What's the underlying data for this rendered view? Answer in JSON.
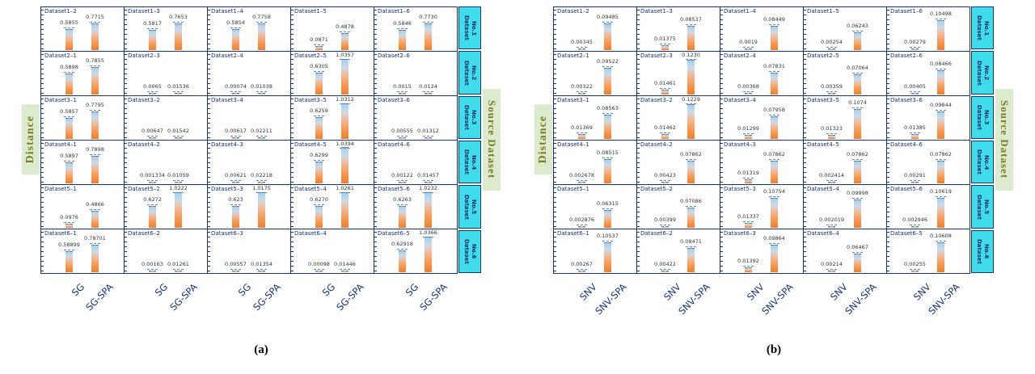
{
  "chart_data": [
    {
      "type": "bar",
      "panel": "a",
      "caption": "(a)",
      "ylabel": "Distance",
      "right_axis_label": "Source Dataset",
      "x_tick_labels": [
        "SG",
        "SG-SPA"
      ],
      "ylim": [
        0,
        1.05
      ],
      "legend": "none",
      "rows": [
        {
          "label": "Dataset No.1",
          "cells": [
            {
              "title": "Dataset1–2",
              "bars": [
                "0.5855",
                "0.7715"
              ]
            },
            {
              "title": "Dataset1–3",
              "bars": [
                "0.5817",
                "0.7653"
              ]
            },
            {
              "title": "Dataset1–4",
              "bars": [
                "0.5854",
                "0.7758"
              ]
            },
            {
              "title": "Dataset1–5",
              "bars": [
                "0.0871",
                "0.4878"
              ]
            },
            {
              "title": "Dataset1–6",
              "bars": [
                "0.5846",
                "0.7730"
              ]
            }
          ]
        },
        {
          "label": "Dataset No.2",
          "cells": [
            {
              "title": "Dataset2–1",
              "bars": [
                "0.5898",
                "0.7855"
              ]
            },
            {
              "title": "Dataset2–3",
              "bars": [
                "0.0065",
                "0.01536"
              ]
            },
            {
              "title": "Dataset2–4",
              "bars": [
                "0.00074",
                "0.01038"
              ]
            },
            {
              "title": "Dataset2–5",
              "bars": [
                "0.6305",
                "1.0357"
              ]
            },
            {
              "title": "Dataset2–6",
              "bars": [
                "0.0015",
                "0.0124"
              ]
            }
          ]
        },
        {
          "label": "Dataset No.3",
          "cells": [
            {
              "title": "Dataset3–1",
              "bars": [
                "0.5857",
                "0.7795"
              ]
            },
            {
              "title": "Dataset3–2",
              "bars": [
                "0.00647",
                "0.01542"
              ]
            },
            {
              "title": "Dataset3–4",
              "bars": [
                "0.00617",
                "0.02211"
              ]
            },
            {
              "title": "Dataset3–5",
              "bars": [
                "0.6259",
                "1.0312"
              ]
            },
            {
              "title": "Dataset3–6",
              "bars": [
                "0.00555",
                "0.01312"
              ]
            }
          ]
        },
        {
          "label": "Dataset No.4",
          "cells": [
            {
              "title": "Dataset4–1",
              "bars": [
                "0.5897",
                "0.7898"
              ]
            },
            {
              "title": "Dataset4–2",
              "bars": [
                "0.001334",
                "0.01059"
              ]
            },
            {
              "title": "Dataset4–3",
              "bars": [
                "0.00621",
                "0.02218"
              ]
            },
            {
              "title": "Dataset4–5",
              "bars": [
                "0.6299",
                "1.0394"
              ]
            },
            {
              "title": "Dataset4–6",
              "bars": [
                "0.00122",
                "0.01457"
              ]
            }
          ]
        },
        {
          "label": "Dataset No.5",
          "cells": [
            {
              "title": "Dataset5–1",
              "bars": [
                "0.0976",
                "0.4866"
              ]
            },
            {
              "title": "Dataset5–2",
              "bars": [
                "0.6272",
                "1.0222"
              ]
            },
            {
              "title": "Dataset5–3",
              "bars": [
                "0.623",
                "1.0175"
              ]
            },
            {
              "title": "Dataset5–4",
              "bars": [
                "0.6270",
                "1.0261"
              ]
            },
            {
              "title": "Dataset5–6",
              "bars": [
                "0.6263",
                "1.0232"
              ]
            }
          ]
        },
        {
          "label": "Dataset No.6",
          "cells": [
            {
              "title": "Dataset6–1",
              "bars": [
                "0.58899",
                "0.78701"
              ]
            },
            {
              "title": "Dataset6–2",
              "bars": [
                "0.00163",
                "0.01261"
              ]
            },
            {
              "title": "Dataset6–3",
              "bars": [
                "0.00557",
                "0.01354"
              ]
            },
            {
              "title": "Dataset6–4",
              "bars": [
                "0.00098",
                "0.01446"
              ]
            },
            {
              "title": "Dataset6–5",
              "bars": [
                "0.62918",
                "1.0366"
              ]
            }
          ]
        }
      ]
    },
    {
      "type": "bar",
      "panel": "b",
      "caption": "(b)",
      "ylabel": "Distance",
      "right_axis_label": "Source Dataset",
      "x_tick_labels": [
        "SNV",
        "SNV-SPA"
      ],
      "ylim": [
        0,
        0.13
      ],
      "legend": "none",
      "rows": [
        {
          "label": "Dataset No.1",
          "cells": [
            {
              "title": "Dataset1–2",
              "bars": [
                "0.00345",
                "0.09485"
              ]
            },
            {
              "title": "Dataset1–3",
              "bars": [
                "0.01375",
                "0.08537"
              ]
            },
            {
              "title": "Dataset1–4",
              "bars": [
                "0.0019",
                "0.08449"
              ]
            },
            {
              "title": "Dataset1–5",
              "bars": [
                "0.00254",
                "0.06243"
              ]
            },
            {
              "title": "Dataset1–6",
              "bars": [
                "0.00279",
                "0.10498"
              ]
            }
          ]
        },
        {
          "label": "Dataset No.2",
          "cells": [
            {
              "title": "Dataset2–1",
              "bars": [
                "0.00322",
                "0.09522"
              ]
            },
            {
              "title": "Dataset2–3",
              "bars": [
                "0.01461",
                "0.1230"
              ]
            },
            {
              "title": "Dataset2–4",
              "bars": [
                "0.00368",
                "0.07831"
              ]
            },
            {
              "title": "Dataset2–5",
              "bars": [
                "0.00359",
                "0.07064"
              ]
            },
            {
              "title": "Dataset2–6",
              "bars": [
                "0.00405",
                "0.08466"
              ]
            }
          ]
        },
        {
          "label": "Dataset No.3",
          "cells": [
            {
              "title": "Dataset3–1",
              "bars": [
                "0.01369",
                "0.08563"
              ]
            },
            {
              "title": "Dataset3–2",
              "bars": [
                "0.01462",
                "0.1229"
              ]
            },
            {
              "title": "Dataset3–4",
              "bars": [
                "0.01299",
                "0.07958"
              ]
            },
            {
              "title": "Dataset3–5",
              "bars": [
                "0.01323",
                "0.1074"
              ]
            },
            {
              "title": "Dataset3–6",
              "bars": [
                "0.01385",
                "0.09844"
              ]
            }
          ]
        },
        {
          "label": "Dataset No.4",
          "cells": [
            {
              "title": "Dataset4–1",
              "bars": [
                "0.002678",
                "0.08515"
              ]
            },
            {
              "title": "Dataset4–2",
              "bars": [
                "0.00423",
                "0.07862"
              ]
            },
            {
              "title": "Dataset4–3",
              "bars": [
                "0.01319",
                "0.07862"
              ]
            },
            {
              "title": "Dataset4–5",
              "bars": [
                "0.002414",
                "0.07862"
              ]
            },
            {
              "title": "Dataset4–6",
              "bars": [
                "0.00291",
                "0.07862"
              ]
            }
          ]
        },
        {
          "label": "Dataset No.5",
          "cells": [
            {
              "title": "Dataset5–1",
              "bars": [
                "0.002876",
                "0.06315"
              ]
            },
            {
              "title": "Dataset5–2",
              "bars": [
                "0.00399",
                "0.07086"
              ]
            },
            {
              "title": "Dataset5–3",
              "bars": [
                "0.01337",
                "0.10754"
              ]
            },
            {
              "title": "Dataset5–4",
              "bars": [
                "0.002019",
                "0.09998"
              ]
            },
            {
              "title": "Dataset5–6",
              "bars": [
                "0.002946",
                "0.10619"
              ]
            }
          ]
        },
        {
          "label": "Dataset No.6",
          "cells": [
            {
              "title": "Dataset6–1",
              "bars": [
                "0.00267",
                "0.10537"
              ]
            },
            {
              "title": "Dataset6–2",
              "bars": [
                "0.00422",
                "0.08471"
              ]
            },
            {
              "title": "Dataset6–3",
              "bars": [
                "0.01392",
                "0.09864"
              ]
            },
            {
              "title": "Dataset6–4",
              "bars": [
                "0.00214",
                "0.06467"
              ]
            },
            {
              "title": "Dataset6–5",
              "bars": [
                "0.00255",
                "0.10608"
              ]
            }
          ]
        }
      ]
    }
  ],
  "style": {
    "border_color": "#16337f",
    "row_label_bg": "#3fdcec",
    "axis_label_bg": "#dcebcd",
    "axis_label_color": "#7c7c22",
    "bar_gradient_bottom": "#ef7f2b",
    "bar_gradient_top": "#9fd3f2",
    "error_cap_color": "#4d8bd6"
  }
}
